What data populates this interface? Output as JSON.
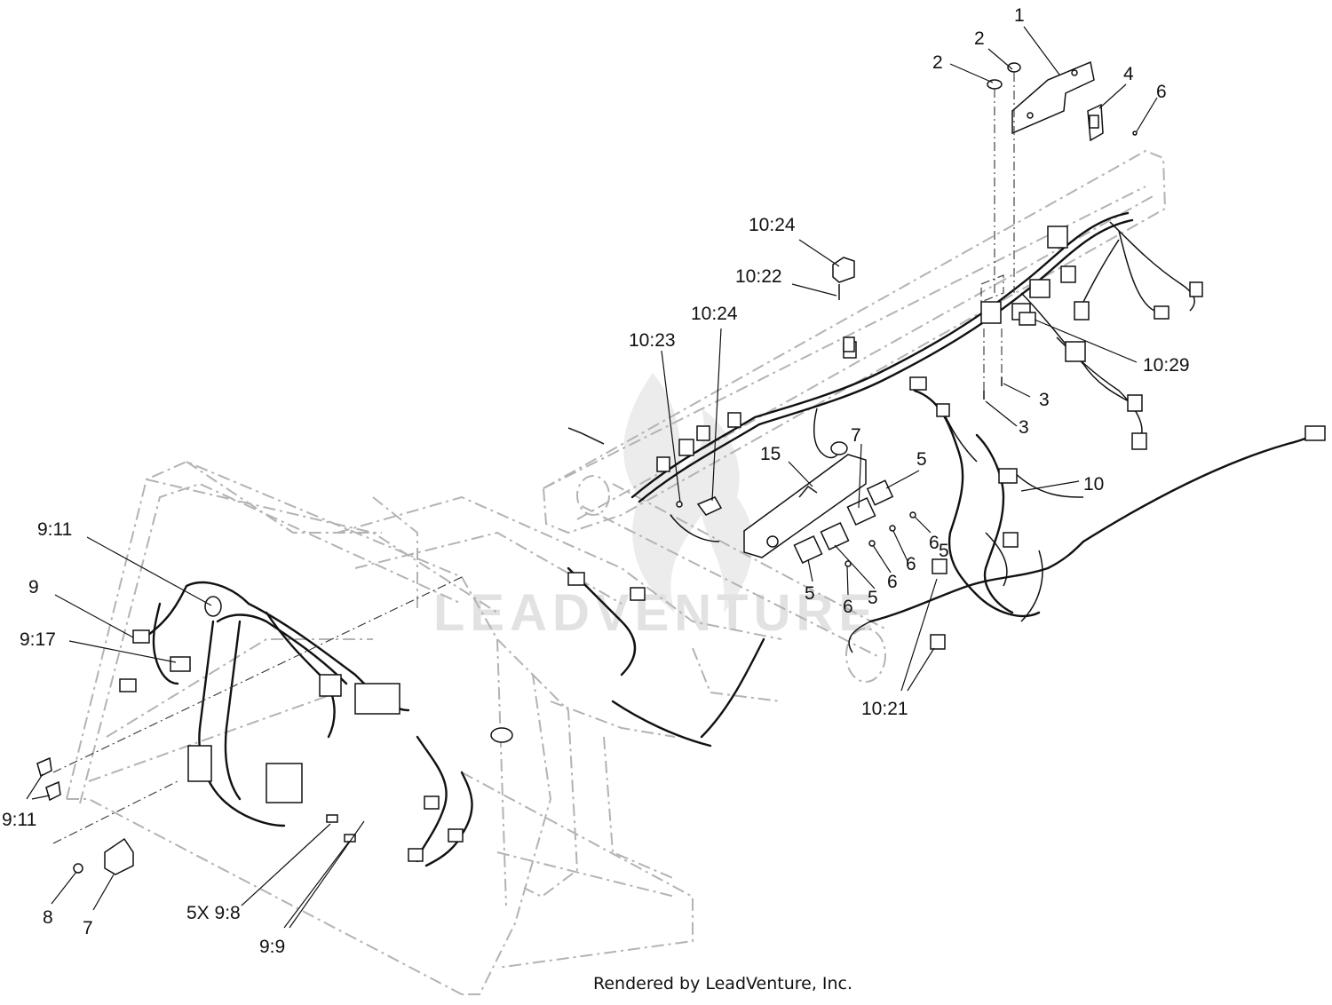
{
  "watermark": "LEADVENTURE",
  "footer": "Rendered by LeadVenture, Inc.",
  "callouts": {
    "c1": "1",
    "c2a": "2",
    "c2b": "2",
    "c3a": "3",
    "c3b": "3",
    "c4": "4",
    "c6a": "6",
    "c5a": "5",
    "c5b": "5",
    "c5c": "5",
    "c5d": "5",
    "c6b": "6",
    "c6c": "6",
    "c6d": "6",
    "c6e": "6",
    "c7a": "7",
    "c7b": "7",
    "c8": "8",
    "c9": "9",
    "c10": "10",
    "c15": "15",
    "c9_11a": "9:11",
    "c9_11b": "9:11",
    "c9_17": "9:17",
    "c5x9_8": "5X 9:8",
    "c9_9": "9:9",
    "c10_21": "10:21",
    "c10_22": "10:22",
    "c10_23": "10:23",
    "c10_24a": "10:24",
    "c10_24b": "10:24",
    "c10_29": "10:29"
  }
}
